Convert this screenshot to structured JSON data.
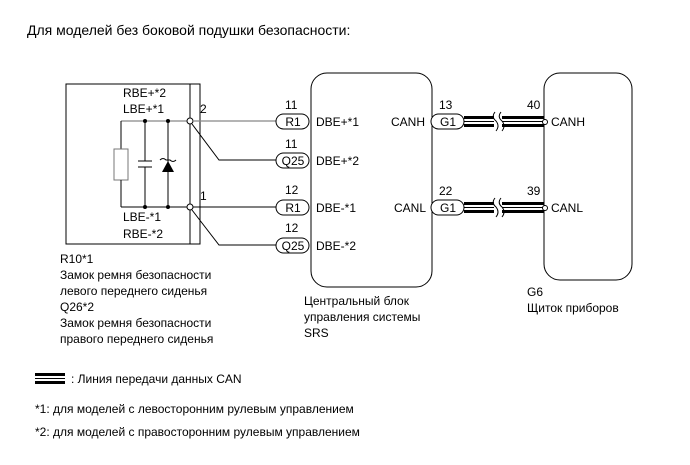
{
  "title": "Для моделей без боковой подушки безопасности:",
  "seatbelt_buckle": {
    "pin_labels": {
      "top_1": "RBE+*2",
      "top_2": "LBE+*1",
      "bottom_1": "LBE-*1",
      "bottom_2": "RBE-*2"
    },
    "pin_numbers": {
      "plus": "2",
      "minus": "1"
    },
    "caption": [
      "R10*1",
      "Замок ремня безопасности",
      "левого переднего сиденья",
      "Q26*2",
      "Замок ремня безопасности",
      "правого переднего сиденья"
    ]
  },
  "srs_unit": {
    "connectors": [
      {
        "pin": "11",
        "code": "R1",
        "signal": "DBE+*1"
      },
      {
        "pin": "11",
        "code": "Q25",
        "signal": "DBE+*2"
      },
      {
        "pin": "12",
        "code": "R1",
        "signal": "DBE-*1"
      },
      {
        "pin": "12",
        "code": "Q25",
        "signal": "DBE-*2"
      }
    ],
    "can_pins": [
      {
        "signal": "CANH",
        "code": "G1",
        "pin": "13"
      },
      {
        "signal": "CANL",
        "code": "G1",
        "pin": "22"
      }
    ],
    "caption": [
      "Центральный блок",
      "управления системы",
      "SRS"
    ]
  },
  "meter": {
    "pins": [
      {
        "pin": "40",
        "signal": "CANH"
      },
      {
        "pin": "39",
        "signal": "CANL"
      }
    ],
    "caption": [
      "G6",
      "Щиток приборов"
    ]
  },
  "legend": {
    "can_line": ": Линия передачи данных CAN",
    "note1": "*1: для моделей с левосторонним рулевым управлением",
    "note2": "*2: для моделей с правосторонним рулевым управлением"
  }
}
